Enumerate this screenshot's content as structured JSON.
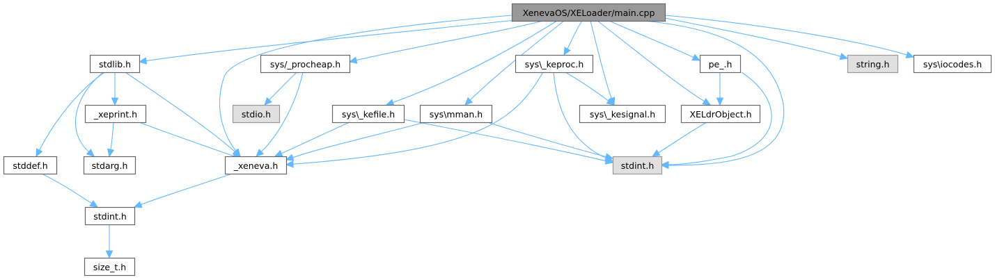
{
  "diagram": {
    "type": "include-dependency-graph",
    "root": "main",
    "colors": {
      "edge": "#63b8ff",
      "node_fill_default": "#ffffff",
      "node_border_default": "#666666",
      "node_fill_root": "#999999",
      "node_border_root": "#666666",
      "node_fill_external": "#e0e0e0",
      "node_border_external": "#999999"
    },
    "nodes": [
      {
        "id": "main",
        "label": "XenevaOS/XELoader/main.cpp",
        "kind": "root"
      },
      {
        "id": "stdlib",
        "label": "stdlib.h",
        "kind": "default"
      },
      {
        "id": "procheap",
        "label": "sys/_procheap.h",
        "kind": "default"
      },
      {
        "id": "keproc",
        "label": "sys\\_keproc.h",
        "kind": "default"
      },
      {
        "id": "pe",
        "label": "pe_.h",
        "kind": "default"
      },
      {
        "id": "string",
        "label": "string.h",
        "kind": "external"
      },
      {
        "id": "iocodes",
        "label": "sys\\iocodes.h",
        "kind": "default"
      },
      {
        "id": "xeprint",
        "label": "_xeprint.h",
        "kind": "default"
      },
      {
        "id": "stdio",
        "label": "stdio.h",
        "kind": "external"
      },
      {
        "id": "kefile",
        "label": "sys\\_kefile.h",
        "kind": "default"
      },
      {
        "id": "mman",
        "label": "sys\\mman.h",
        "kind": "default"
      },
      {
        "id": "kesignal",
        "label": "sys\\_kesignal.h",
        "kind": "default"
      },
      {
        "id": "xeldr",
        "label": "XELdrObject.h",
        "kind": "default"
      },
      {
        "id": "stddef",
        "label": "stddef.h",
        "kind": "default"
      },
      {
        "id": "stdarg",
        "label": "stdarg.h",
        "kind": "default"
      },
      {
        "id": "xeneva",
        "label": "_xeneva.h",
        "kind": "default"
      },
      {
        "id": "stdint_ext",
        "label": "stdint.h",
        "kind": "external"
      },
      {
        "id": "stdint",
        "label": "stdint.h",
        "kind": "default"
      },
      {
        "id": "size_t",
        "label": "size_t.h",
        "kind": "default"
      }
    ],
    "edges": [
      {
        "from": "main",
        "to": "stdlib"
      },
      {
        "from": "main",
        "to": "xeneva"
      },
      {
        "from": "main",
        "to": "procheap"
      },
      {
        "from": "main",
        "to": "kefile"
      },
      {
        "from": "main",
        "to": "mman"
      },
      {
        "from": "main",
        "to": "keproc"
      },
      {
        "from": "main",
        "to": "kesignal"
      },
      {
        "from": "main",
        "to": "xeldr"
      },
      {
        "from": "main",
        "to": "pe"
      },
      {
        "from": "main",
        "to": "stdint_ext"
      },
      {
        "from": "main",
        "to": "string"
      },
      {
        "from": "main",
        "to": "iocodes"
      },
      {
        "from": "stdlib",
        "to": "xeprint"
      },
      {
        "from": "stdlib",
        "to": "stddef"
      },
      {
        "from": "stdlib",
        "to": "stdarg"
      },
      {
        "from": "stdlib",
        "to": "xeneva"
      },
      {
        "from": "procheap",
        "to": "stdio"
      },
      {
        "from": "procheap",
        "to": "xeneva"
      },
      {
        "from": "xeprint",
        "to": "stdarg"
      },
      {
        "from": "xeprint",
        "to": "xeneva"
      },
      {
        "from": "kefile",
        "to": "xeneva"
      },
      {
        "from": "kefile",
        "to": "stdint_ext"
      },
      {
        "from": "mman",
        "to": "xeneva"
      },
      {
        "from": "mman",
        "to": "stdint_ext"
      },
      {
        "from": "keproc",
        "to": "xeneva"
      },
      {
        "from": "keproc",
        "to": "stdint_ext"
      },
      {
        "from": "keproc",
        "to": "kesignal"
      },
      {
        "from": "pe",
        "to": "xeldr"
      },
      {
        "from": "pe",
        "to": "stdint_ext"
      },
      {
        "from": "xeldr",
        "to": "stdint_ext"
      },
      {
        "from": "stddef",
        "to": "stdint"
      },
      {
        "from": "xeneva",
        "to": "stdint"
      },
      {
        "from": "stdint",
        "to": "size_t"
      }
    ]
  }
}
